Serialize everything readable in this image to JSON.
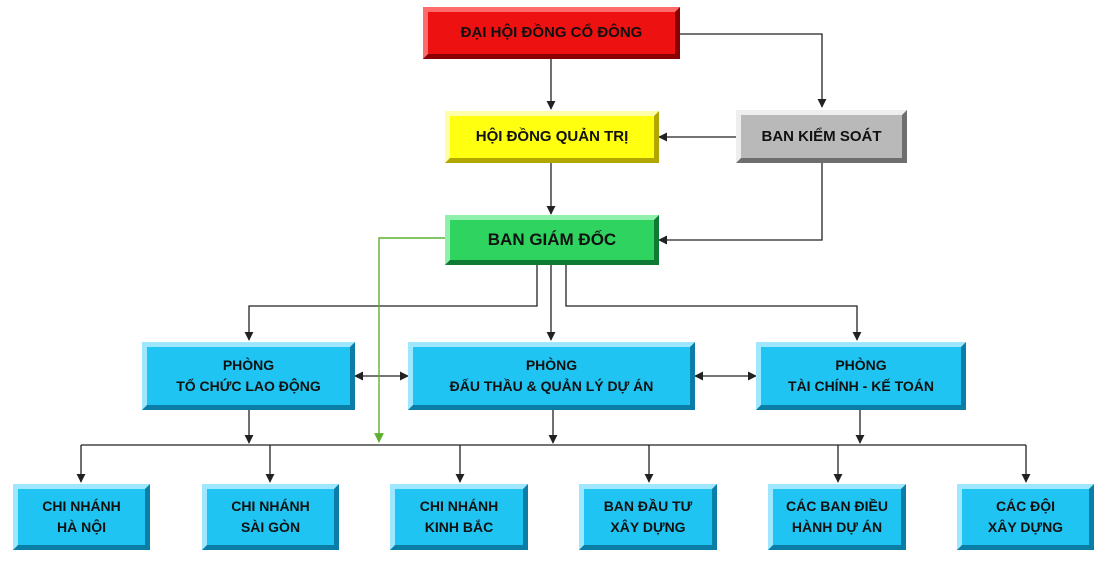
{
  "nodes": {
    "dhdcd": {
      "lines": [
        "ĐẠI HỘI ĐỒNG CỔ ĐÔNG"
      ]
    },
    "hdqt": {
      "lines": [
        "HỘI ĐỒNG QUẢN TRỊ"
      ]
    },
    "bks": {
      "lines": [
        "BAN KIỂM SOÁT"
      ]
    },
    "bgd": {
      "lines": [
        "BAN GIÁM ĐỐC"
      ]
    },
    "tcld": {
      "lines": [
        "PHÒNG",
        "TỔ CHỨC LAO ĐỘNG"
      ]
    },
    "dtql": {
      "lines": [
        "PHÒNG",
        "ĐẤU THẦU & QUẢN LÝ DỰ ÁN"
      ]
    },
    "tckt": {
      "lines": [
        "PHÒNG",
        "TÀI CHÍNH - KẾ TOÁN"
      ]
    },
    "cnhn": {
      "lines": [
        "CHI NHÁNH",
        "HÀ NỘI"
      ]
    },
    "cnsg": {
      "lines": [
        "CHI NHÁNH",
        "SÀI GÒN"
      ]
    },
    "cnkb": {
      "lines": [
        "CHI NHÁNH",
        "KINH BẮC"
      ]
    },
    "bdtxd": {
      "lines": [
        "BAN ĐẦU TƯ",
        "XÂY DỰNG"
      ]
    },
    "cbdh": {
      "lines": [
        "CÁC BAN ĐIỀU",
        "HÀNH DỰ ÁN"
      ]
    },
    "cdxd": {
      "lines": [
        "CÁC ĐỘI",
        "XÂY DỰNG"
      ]
    }
  },
  "colors": {
    "line": "#222222",
    "green_line": "#5cb030"
  }
}
